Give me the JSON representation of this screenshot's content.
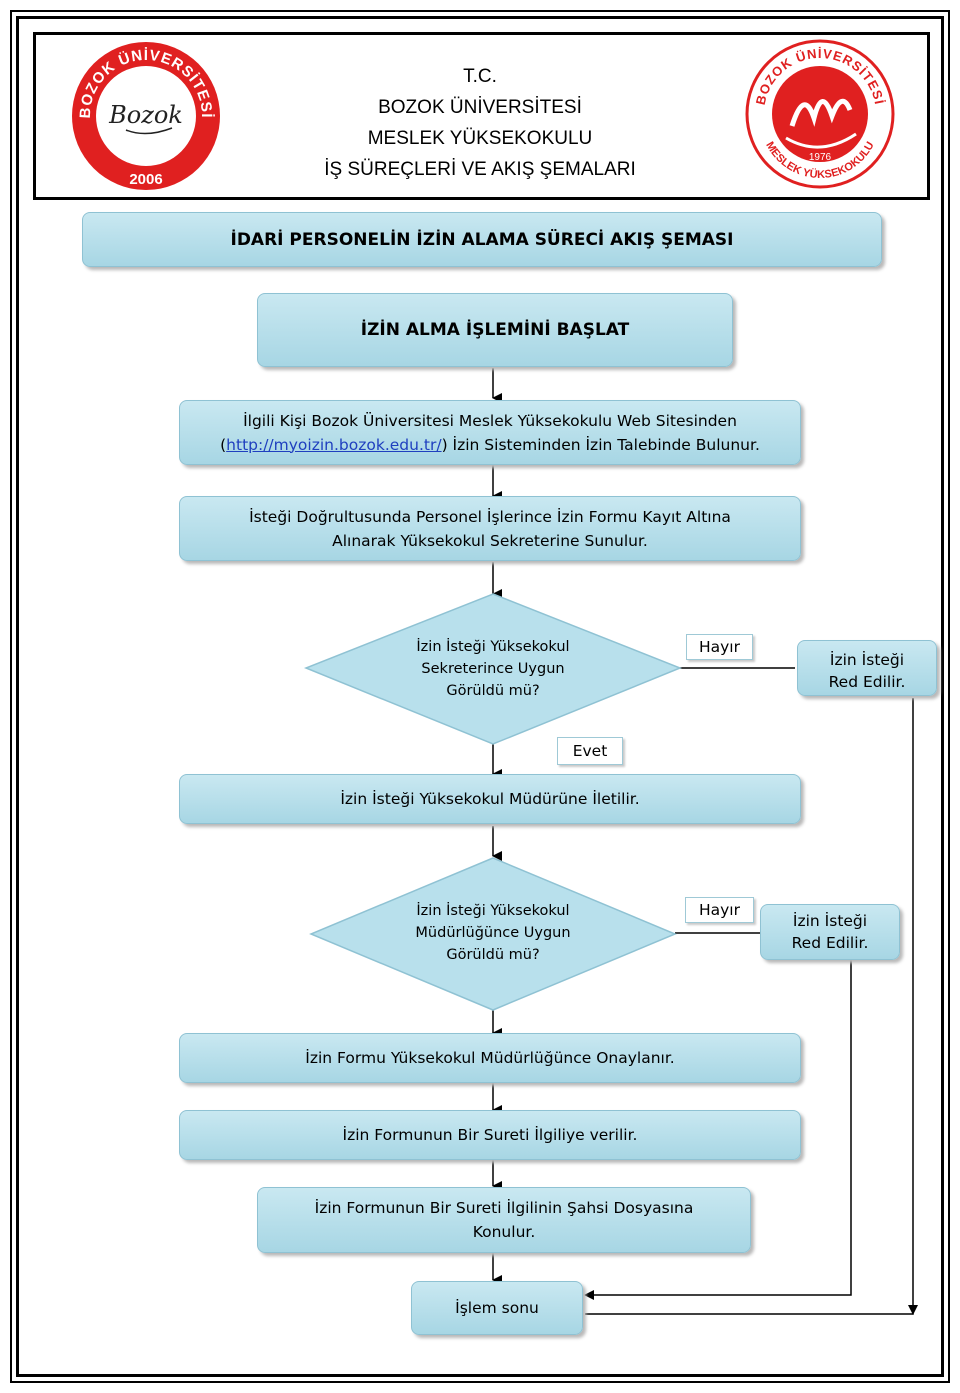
{
  "header": {
    "line1": "T.C.",
    "line2": "BOZOK ÜNİVERSİTESİ",
    "line3": "MESLEK YÜKSEKOKULU",
    "line4": "İŞ SÜREÇLERİ VE AKIŞ ŞEMALARI"
  },
  "logo_left": {
    "ring_text": "BOZOK ÜNİVERSİTESİ",
    "center_text": "Bozok",
    "year": "2006",
    "color": "#e02020"
  },
  "logo_right": {
    "ring_text": "BOZOK ÜNİVERSİTESİ",
    "bottom_text": "MESLEK YÜKSEKOKULU",
    "year": "1976",
    "color": "#e02020"
  },
  "title": "İDARİ PERSONELİN İZİN ALAMA SÜRECİ AKIŞ ŞEMASI",
  "steps": {
    "start": "İZİN ALMA İŞLEMİNİ BAŞLAT",
    "step1_line1": "İlgili Kişi Bozok Üniversitesi Meslek Yüksekokulu Web Sitesinden",
    "step1_prefix": "(",
    "step1_link": "http://myoizin.bozok.edu.tr/",
    "step1_suffix": ") İzin Sisteminden İzin Talebinde Bulunur.",
    "step2_line1": "İsteği Doğrultusunda Personel İşlerince İzin Formu Kayıt Altına",
    "step2_line2": "Alınarak Yüksekokul Sekreterine Sunulur.",
    "step3": "İzin İsteği Yüksekokul Müdürüne İletilir.",
    "step4": "İzin Formu Yüksekokul Müdürlüğünce Onaylanır.",
    "step5": "İzin Formunun Bir Sureti İlgiliye verilir.",
    "step6_line1": "İzin Formunun Bir Sureti İlgilinin Şahsi Dosyasına",
    "step6_line2": "Konulur.",
    "end": "İşlem sonu"
  },
  "decision1": {
    "line1": "İzin İsteği Yüksekokul",
    "line2": "Sekreterince Uygun",
    "line3": "Görüldü mü?",
    "no_label": "Hayır",
    "yes_label": "Evet",
    "reject_line1": "İzin İsteği",
    "reject_line2": "Red Edilir."
  },
  "decision2": {
    "line1": "İzin İsteği Yüksekokul",
    "line2": "Müdürlüğünce Uygun",
    "line3": "Görüldü mü?",
    "no_label": "Hayır",
    "reject_line1": "İzin İsteği",
    "reject_line2": "Red Edilir."
  },
  "colors": {
    "box_fill": "#b8e0ec",
    "box_border": "#8fc2d3",
    "link": "#1f3fbf"
  }
}
